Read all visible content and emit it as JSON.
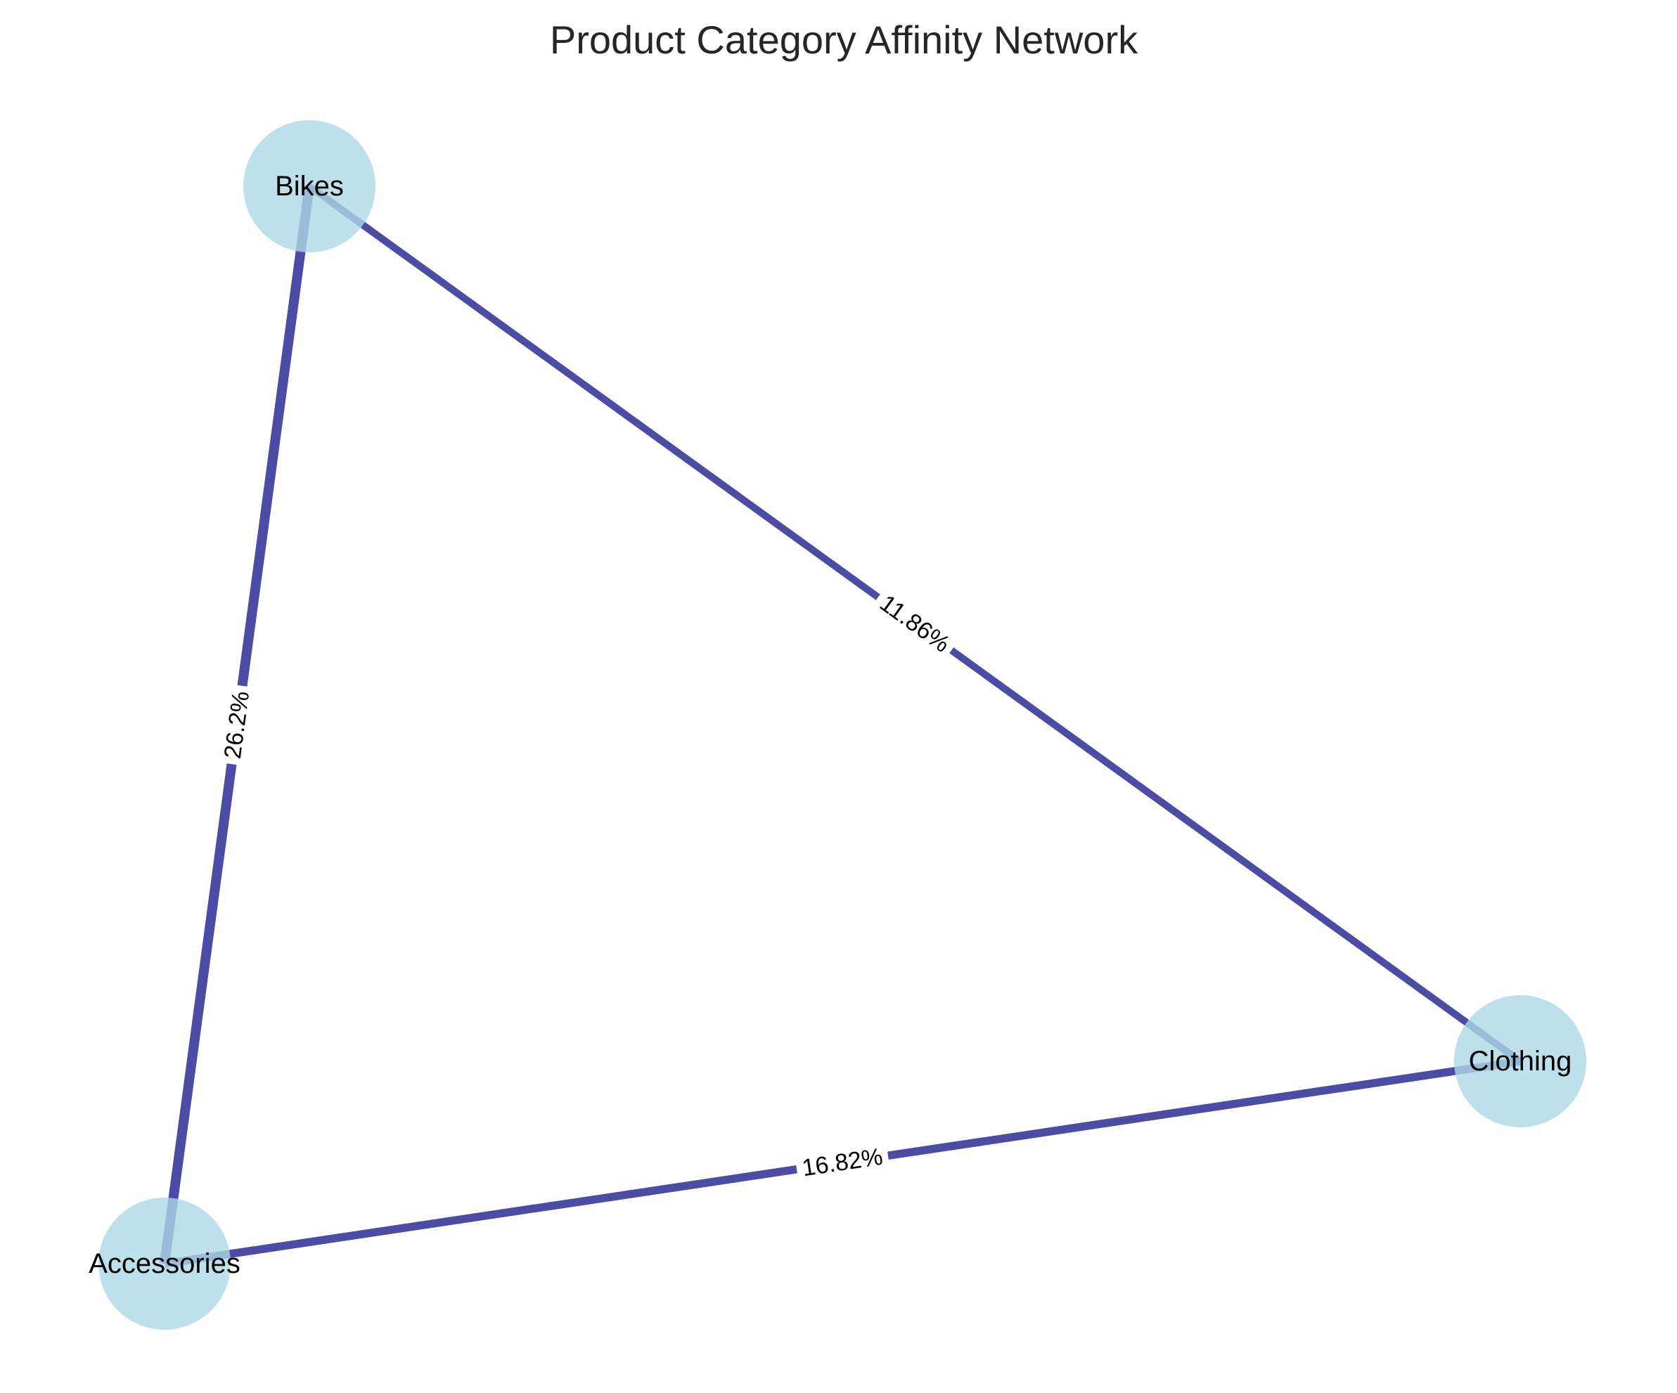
{
  "title": "Product Category Affinity Network",
  "colors": {
    "node_fill": "#add8e6",
    "edge": "#1f1f8f",
    "background": "#ffffff"
  },
  "nodes": [
    {
      "id": "bikes",
      "label": "Bikes"
    },
    {
      "id": "clothing",
      "label": "Clothing"
    },
    {
      "id": "accessories",
      "label": "Accessories"
    }
  ],
  "edges": [
    {
      "source": "bikes",
      "target": "accessories",
      "label": "26.2%",
      "value": 26.2
    },
    {
      "source": "bikes",
      "target": "clothing",
      "label": "11.86%",
      "value": 11.86
    },
    {
      "source": "accessories",
      "target": "clothing",
      "label": "16.82%",
      "value": 16.82
    }
  ]
}
